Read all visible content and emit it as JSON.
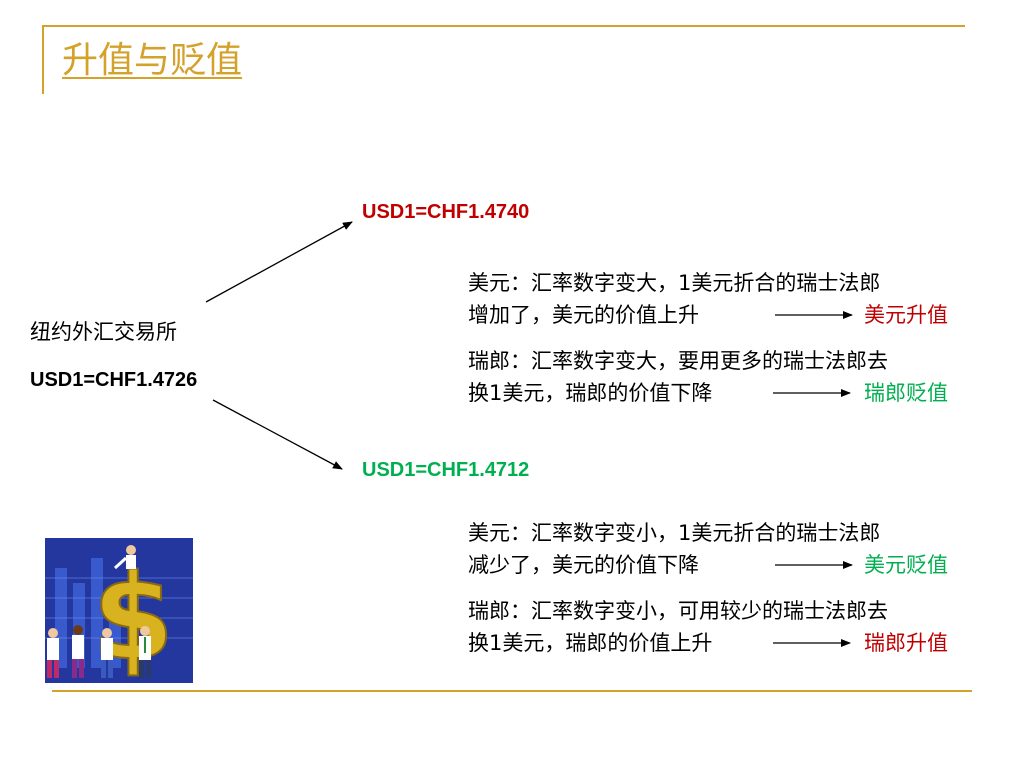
{
  "title": "升值与贬值",
  "exchange": {
    "name": "纽约外汇交易所",
    "base_rate": "USD1=CHF1.4726"
  },
  "upper": {
    "rate": "USD1=CHF1.4740",
    "usd_line1": "美元：汇率数字变大，1美元折合的瑞士法郎",
    "usd_line2": "增加了，美元的价值上升",
    "usd_result": "美元升值",
    "chf_line1": "瑞郎：汇率数字变大，要用更多的瑞士法郎去",
    "chf_line2": "换1美元，瑞郎的价值下降",
    "chf_result": "瑞郎贬值"
  },
  "lower": {
    "rate": "USD1=CHF1.4712",
    "usd_line1": "美元：汇率数字变小，1美元折合的瑞士法郎",
    "usd_line2": "减少了，美元的价值下降",
    "usd_result": "美元贬值",
    "chf_line1": "瑞郎：汇率数字变小，可用较少的瑞士法郎去",
    "chf_line2": "换1美元，瑞郎的价值上升",
    "chf_result": "瑞郎升值"
  },
  "colors": {
    "accent": "#d4a12a",
    "rise": "#c00000",
    "fall": "#00b050"
  },
  "icons": {
    "clipart": "dollar-sign-business-people-clipart"
  }
}
